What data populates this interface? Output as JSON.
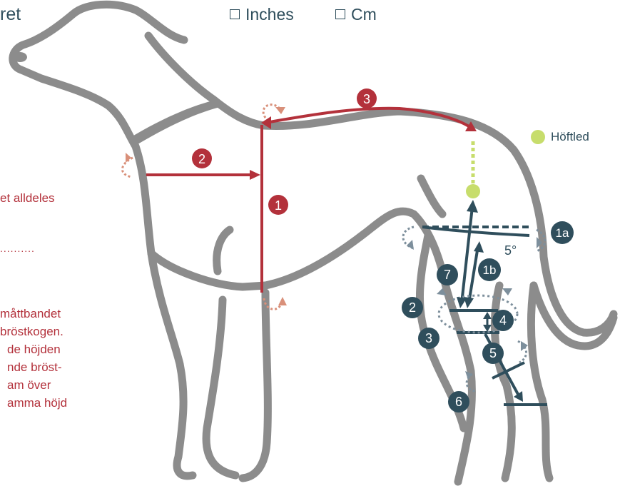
{
  "header": {
    "title_fragment": "ret",
    "unit_options": [
      "Inches",
      "Cm"
    ]
  },
  "legend": {
    "hip_joint": "Höftled"
  },
  "left_text": {
    "line_a": "et alldeles",
    "dots": "..........",
    "para": [
      "måttbandet",
      "bröstkogen.",
      "de höjden",
      "nde bröst-",
      "am över",
      "amma höjd"
    ]
  },
  "markers": {
    "red": [
      "1",
      "2",
      "3"
    ],
    "navy": [
      "1a",
      "1b",
      "2",
      "3",
      "4",
      "5",
      "6",
      "7"
    ]
  },
  "angle_label": "5°",
  "colors": {
    "red": "#b3313b",
    "navy": "#2f4e5c",
    "outline": "#8c8c8c",
    "dotted_red": "#d9907a",
    "dotted_navy": "#7d8f9c",
    "hip_green": "#c7dd6c"
  }
}
